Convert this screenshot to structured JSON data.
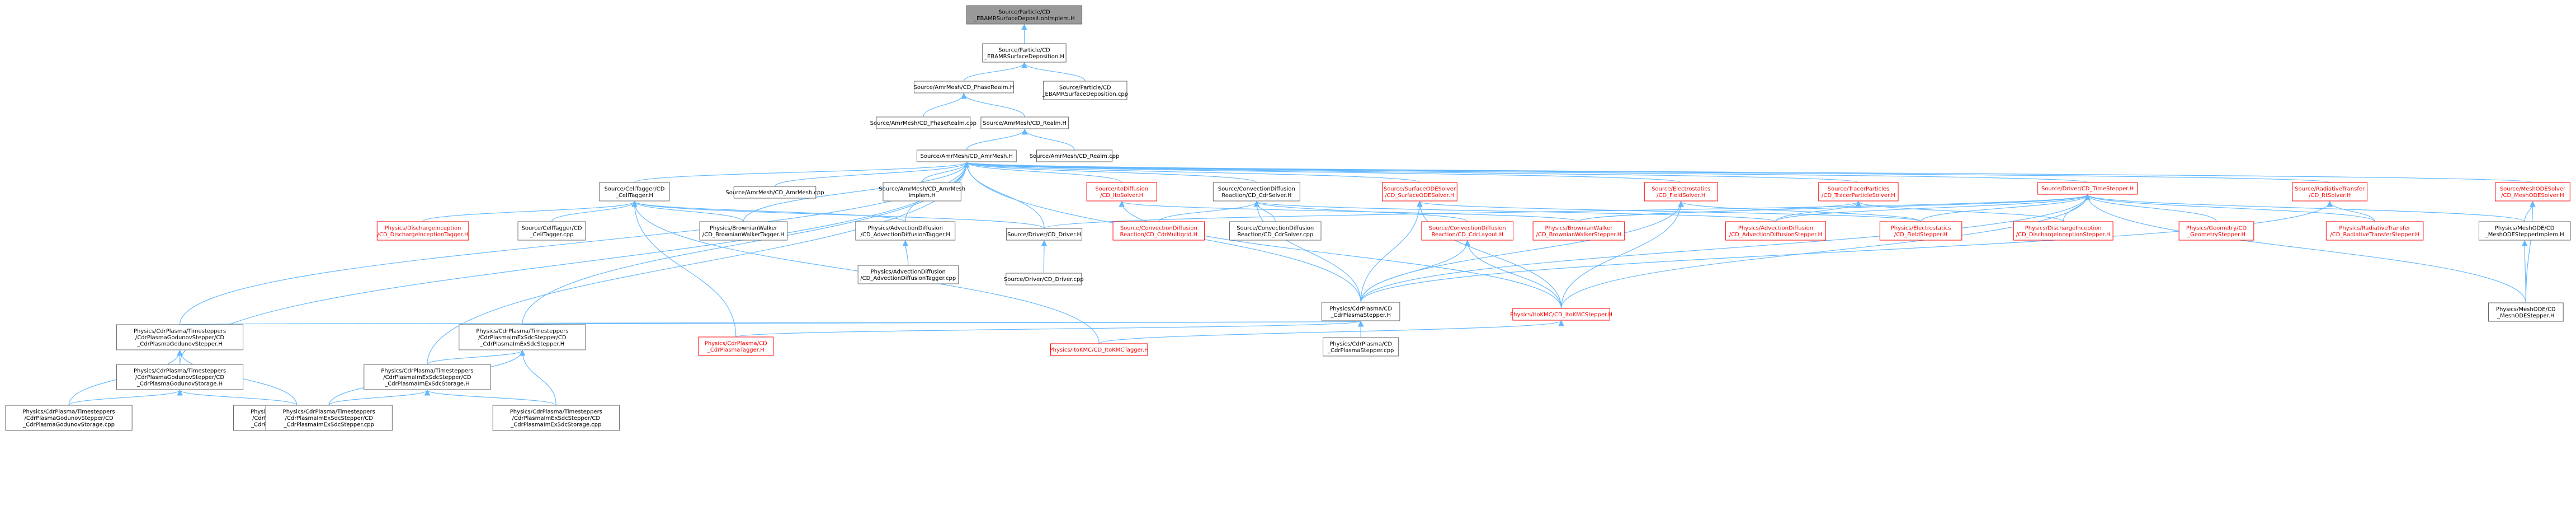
{
  "colors": {
    "edge": "#63b8ff",
    "border": "#666666",
    "fill": "#ffffff",
    "root_fill": "#999999",
    "root_border": "#666666",
    "red_border": "#ff0000",
    "red_text": "#ff0000",
    "text": "#000000"
  },
  "nodes": {
    "n0": [
      "Source/Particle/CD",
      "_EBAMRSurfaceDepositionImplem.H"
    ],
    "n1": [
      "Source/Particle/CD",
      "_EBAMRSurfaceDeposition.H"
    ],
    "n2": [
      "Source/AmrMesh/CD_PhaseRealm.H"
    ],
    "n3": [
      "Source/Particle/CD",
      "_EBAMRSurfaceDeposition.cpp"
    ],
    "n4": [
      "Source/AmrMesh/CD_PhaseRealm.cpp"
    ],
    "n5": [
      "Source/AmrMesh/CD_Realm.H"
    ],
    "n6": [
      "Source/AmrMesh/CD_AmrMesh.H"
    ],
    "n7": [
      "Source/AmrMesh/CD_Realm.cpp"
    ],
    "n8": [
      "Source/CellTagger/CD",
      "_CellTagger.H"
    ],
    "n9": [
      "Source/AmrMesh/CD_AmrMesh.cpp"
    ],
    "n10": [
      "Source/AmrMesh/CD_AmrMesh",
      "Implem.H"
    ],
    "n11": [
      "Source/ItoDiffusion",
      "/CD_ItoSolver.H"
    ],
    "n12": [
      "Source/ConvectionDiffusion",
      "Reaction/CD_CdrSolver.H"
    ],
    "n13": [
      "Source/SurfaceODESolver",
      "/CD_SurfaceODESolver.H"
    ],
    "n14": [
      "Source/Electrostatics",
      "/CD_FieldSolver.H"
    ],
    "n15": [
      "Source/TracerParticles",
      "/CD_TracerParticleSolver.H"
    ],
    "n16": [
      "Source/Driver/CD_TimeStepper.H"
    ],
    "n17": [
      "Source/RadiativeTransfer",
      "/CD_RtSolver.H"
    ],
    "n18": [
      "Source/MeshODESolver",
      "/CD_MeshODESolver.H"
    ],
    "n19": [
      "Physics/DischargeInception",
      "/CD_DischargeInceptionTagger.H"
    ],
    "n20": [
      "Source/CellTagger/CD",
      "_CellTagger.cpp"
    ],
    "n21": [
      "Physics/BrownianWalker",
      "/CD_BrownianWalkerTagger.H"
    ],
    "n22": [
      "Physics/AdvectionDiffusion",
      "/CD_AdvectionDiffusionTagger.H"
    ],
    "n23": [
      "Source/Driver/CD_Driver.H"
    ],
    "n24": [
      "Source/ConvectionDiffusion",
      "Reaction/CD_CdrMultigrid.H"
    ],
    "n25": [
      "Source/ConvectionDiffusion",
      "Reaction/CD_CdrSolver.cpp"
    ],
    "n26": [
      "Source/ConvectionDiffusion",
      "Reaction/CD_CdrLayout.H"
    ],
    "n27": [
      "Physics/BrownianWalker",
      "/CD_BrownianWalkerStepper.H"
    ],
    "n28": [
      "Physics/AdvectionDiffusion",
      "/CD_AdvectionDiffusionStepper.H"
    ],
    "n29": [
      "Physics/Electrostatics",
      "/CD_FieldStepper.H"
    ],
    "n30": [
      "Physics/DischargeInception",
      "/CD_DischargeInceptionStepper.H"
    ],
    "n31": [
      "Physics/Geometry/CD",
      "_GeometryStepper.H"
    ],
    "n32": [
      "Physics/RadiativeTransfer",
      "/CD_RadiativeTransferStepper.H"
    ],
    "n33": [
      "Physics/MeshODE/CD",
      "_MeshODEStepperImplem.H"
    ],
    "n34": [
      "Physics/AdvectionDiffusion",
      "/CD_AdvectionDiffusionTagger.cpp"
    ],
    "n35": [
      "Source/Driver/CD_Driver.cpp"
    ],
    "n36": [
      "Physics/CdrPlasma/CD",
      "_CdrPlasmaStepper.H"
    ],
    "n37": [
      "Physics/ItoKMC/CD_ItoKMCStepper.H"
    ],
    "n38": [
      "Physics/MeshODE/CD",
      "_MeshODEStepper.H"
    ],
    "n39": [
      "Physics/CdrPlasma/Timesteppers",
      "/CdrPlasmaGodunovStepper/CD",
      "_CdrPlasmaGodunovStepper.H"
    ],
    "n40": [
      "Physics/CdrPlasma/Timesteppers",
      "/CdrPlasmaImExSdcStepper/CD",
      "_CdrPlasmaImExSdcStepper.H"
    ],
    "n41": [
      "Physics/CdrPlasma/CD",
      "_CdrPlasmaTagger.H"
    ],
    "n42": [
      "Physics/ItoKMC/CD_ItoKMCTagger.H"
    ],
    "n43": [
      "Physics/CdrPlasma/CD",
      "_CdrPlasmaStepper.cpp"
    ],
    "n44": [
      "Physics/CdrPlasma/Timesteppers",
      "/CdrPlasmaGodunovStepper/CD",
      "_CdrPlasmaGodunovStorage.H"
    ],
    "n45": [
      "Physics/CdrPlasma/Timesteppers",
      "/CdrPlasmaImExSdcStepper/CD",
      "_CdrPlasmaImExSdcStorage.H"
    ],
    "n46": [
      "Physics/CdrPlasma/Timesteppers",
      "/CdrPlasmaGodunovStepper/CD",
      "_CdrPlasmaGodunovStorage.cpp"
    ],
    "n47": [
      "Physics/CdrPlasma/Timesteppers",
      "/CdrPlasmaGodunovStepper/CD",
      "_CdrPlasmaGodunovStepper.cpp"
    ],
    "n48": [
      "Physics/CdrPlasma/Timesteppers",
      "/CdrPlasmaImExSdcStepper/CD",
      "_CdrPlasmaImExSdcStepper.cpp"
    ],
    "n49": [
      "Physics/CdrPlasma/Timesteppers",
      "/CdrPlasmaImExSdcStepper/CD",
      "_CdrPlasmaImExSdcStorage.cpp"
    ]
  },
  "red_nodes": [
    "n11",
    "n13",
    "n14",
    "n15",
    "n16",
    "n17",
    "n18",
    "n19",
    "n24",
    "n26",
    "n27",
    "n28",
    "n29",
    "n30",
    "n31",
    "n32",
    "n37",
    "n41",
    "n42"
  ],
  "root_node": "n0",
  "edges": [
    [
      "n1",
      "n0"
    ],
    [
      "n2",
      "n1"
    ],
    [
      "n3",
      "n1"
    ],
    [
      "n4",
      "n2"
    ],
    [
      "n5",
      "n2"
    ],
    [
      "n6",
      "n5"
    ],
    [
      "n7",
      "n5"
    ],
    [
      "n8",
      "n6"
    ],
    [
      "n9",
      "n6"
    ],
    [
      "n10",
      "n6"
    ],
    [
      "n11",
      "n6"
    ],
    [
      "n12",
      "n6"
    ],
    [
      "n13",
      "n6"
    ],
    [
      "n14",
      "n6"
    ],
    [
      "n15",
      "n6"
    ],
    [
      "n16",
      "n6"
    ],
    [
      "n17",
      "n6"
    ],
    [
      "n18",
      "n6"
    ],
    [
      "n21",
      "n6"
    ],
    [
      "n22",
      "n6"
    ],
    [
      "n23",
      "n6"
    ],
    [
      "n36",
      "n6"
    ],
    [
      "n39",
      "n6"
    ],
    [
      "n40",
      "n6"
    ],
    [
      "n44",
      "n6"
    ],
    [
      "n45",
      "n6"
    ],
    [
      "n19",
      "n8"
    ],
    [
      "n20",
      "n8"
    ],
    [
      "n21",
      "n8"
    ],
    [
      "n22",
      "n8"
    ],
    [
      "n23",
      "n8"
    ],
    [
      "n41",
      "n8"
    ],
    [
      "n42",
      "n8"
    ],
    [
      "n34",
      "n22"
    ],
    [
      "n35",
      "n23"
    ],
    [
      "n24",
      "n12"
    ],
    [
      "n25",
      "n12"
    ],
    [
      "n26",
      "n12"
    ],
    [
      "n28",
      "n12"
    ],
    [
      "n36",
      "n12"
    ],
    [
      "n27",
      "n11"
    ],
    [
      "n37",
      "n11"
    ],
    [
      "n29",
      "n13"
    ],
    [
      "n36",
      "n13"
    ],
    [
      "n37",
      "n13"
    ],
    [
      "n29",
      "n14"
    ],
    [
      "n36",
      "n14"
    ],
    [
      "n37",
      "n14"
    ],
    [
      "n27",
      "n15"
    ],
    [
      "n28",
      "n15"
    ],
    [
      "n30",
      "n15"
    ],
    [
      "n23",
      "n16"
    ],
    [
      "n27",
      "n16"
    ],
    [
      "n28",
      "n16"
    ],
    [
      "n29",
      "n16"
    ],
    [
      "n30",
      "n16"
    ],
    [
      "n31",
      "n16"
    ],
    [
      "n32",
      "n16"
    ],
    [
      "n33",
      "n16"
    ],
    [
      "n36",
      "n16"
    ],
    [
      "n37",
      "n16"
    ],
    [
      "n38",
      "n16"
    ],
    [
      "n32",
      "n17"
    ],
    [
      "n36",
      "n17"
    ],
    [
      "n33",
      "n18"
    ],
    [
      "n38",
      "n18"
    ],
    [
      "n38",
      "n33"
    ],
    [
      "n36",
      "n26"
    ],
    [
      "n37",
      "n26"
    ],
    [
      "n39",
      "n36"
    ],
    [
      "n40",
      "n36"
    ],
    [
      "n41",
      "n36"
    ],
    [
      "n43",
      "n36"
    ],
    [
      "n42",
      "n37"
    ],
    [
      "n44",
      "n39"
    ],
    [
      "n46",
      "n39"
    ],
    [
      "n47",
      "n39"
    ],
    [
      "n45",
      "n40"
    ],
    [
      "n48",
      "n40"
    ],
    [
      "n49",
      "n40"
    ],
    [
      "n46",
      "n44"
    ],
    [
      "n47",
      "n44"
    ],
    [
      "n48",
      "n45"
    ],
    [
      "n49",
      "n45"
    ]
  ]
}
